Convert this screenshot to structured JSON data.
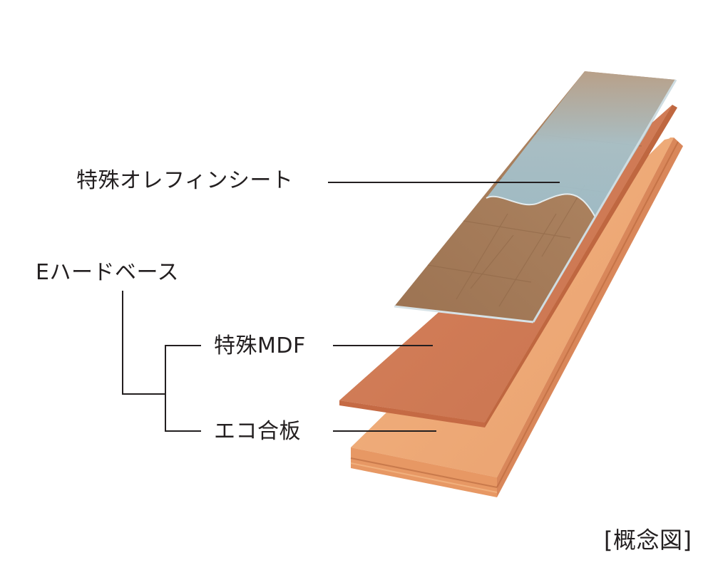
{
  "labels": {
    "top_sheet": "特殊オレフィンシート",
    "base": "Eハードベース",
    "mdf": "特殊MDF",
    "plywood": "エコ合板",
    "caption": "[概念図]"
  },
  "colors": {
    "line": "#231f20",
    "sheet_wood": "#a87d5c",
    "sheet_film": "#a9c0c8",
    "mdf": "#d07c57",
    "plywood": "#e6a06d"
  }
}
